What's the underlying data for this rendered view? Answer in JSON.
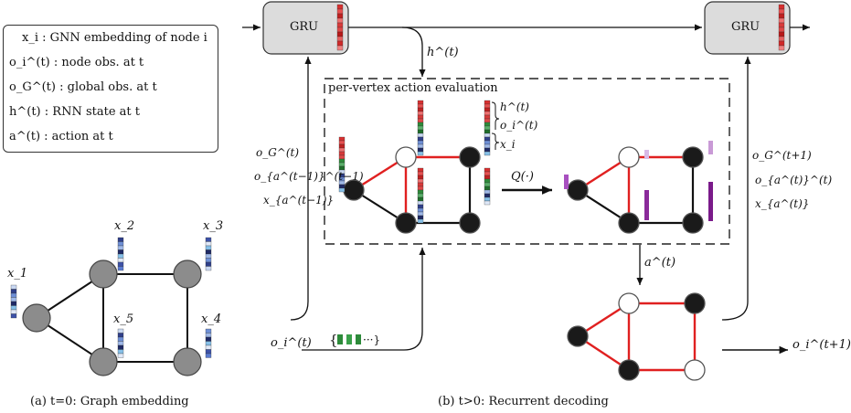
{
  "legend": [
    "x_i : GNN embedding of node i",
    "o_i^(t) : node obs. at t",
    "o_G^(t) : global obs. at t",
    "h^(t) : RNN state at t",
    "a^(t) : action at t"
  ],
  "gru": {
    "left_label": "GRU",
    "right_label": "GRU"
  },
  "eval_box_title": "per-vertex action evaluation",
  "edge_labels": {
    "h": "h^(t)",
    "q": "Q(·)",
    "a": "a^(t)",
    "oi_in": "o_i^(t)",
    "oi_out": "o_i^(t+1)",
    "left_inputs": [
      "o_G^(t)",
      "o_{a^(t−1)}^(t−1)",
      "x_{a^(t−1)}"
    ],
    "right_inputs": [
      "o_G^(t+1)",
      "o_{a^(t)}^(t)",
      "x_{a^(t)}"
    ],
    "stack": [
      "h^(t)",
      "o_i^(t)",
      "x_i"
    ]
  },
  "node_labels": {
    "x1": "x_1",
    "x2": "x_2",
    "x3": "x_3",
    "x4": "x_4",
    "x5": "x_5"
  },
  "captions": {
    "a": "(a) t=0: Graph embedding",
    "b": "(b) t>0: Recurrent decoding"
  },
  "colors": {
    "gru_fill": "#dcdcdc",
    "node_gray": "#8c8c8c",
    "node_black": "#1a1a1a",
    "edge_red": "#e02020",
    "q_purple": "#8a2a9a",
    "q_purple_light": "#c99ad6"
  }
}
